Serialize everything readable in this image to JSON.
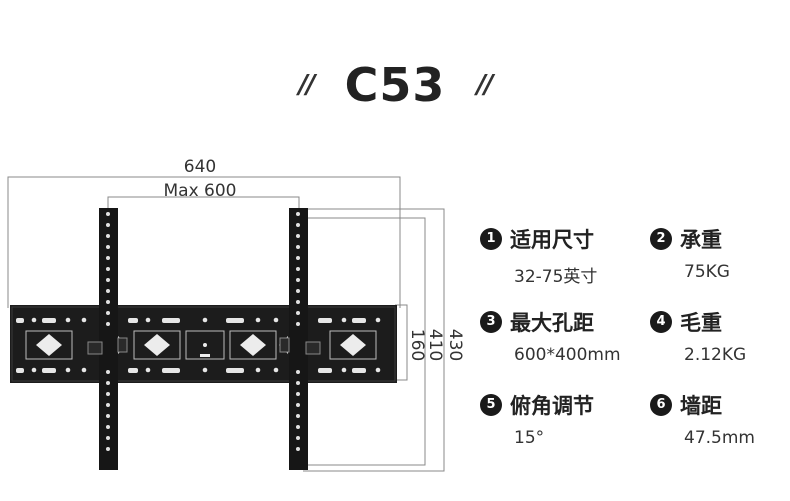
{
  "title": {
    "left_mark": "//",
    "model": "C53",
    "right_mark": "//"
  },
  "dimensions": {
    "total_width": "640",
    "max_width": "Max 600",
    "height_outer": "430",
    "height_mid": "410",
    "height_inner": "160"
  },
  "specs": [
    {
      "num": "1",
      "label": "适用尺寸",
      "value": "32-75英寸"
    },
    {
      "num": "2",
      "label": "承重",
      "value": "75KG"
    },
    {
      "num": "3",
      "label": "最大孔距",
      "value": "600*400mm"
    },
    {
      "num": "4",
      "label": "毛重",
      "value": "2.12KG"
    },
    {
      "num": "5",
      "label": "俯角调节",
      "value": "15°"
    },
    {
      "num": "6",
      "label": "墙距",
      "value": "47.5mm"
    }
  ]
}
